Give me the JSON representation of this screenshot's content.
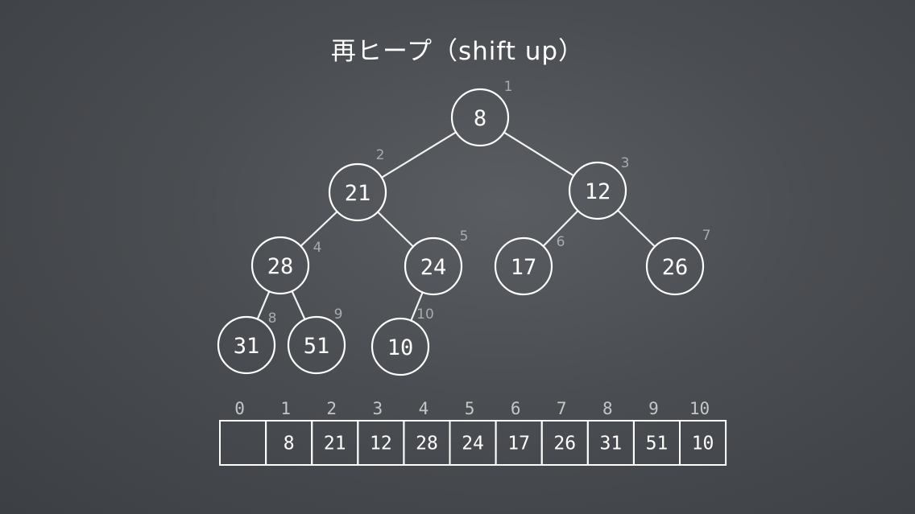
{
  "title": "再ヒープ（shift up）",
  "nodes": [
    {
      "index": "1",
      "value": "8"
    },
    {
      "index": "2",
      "value": "21"
    },
    {
      "index": "3",
      "value": "12"
    },
    {
      "index": "4",
      "value": "28"
    },
    {
      "index": "5",
      "value": "24"
    },
    {
      "index": "6",
      "value": "17"
    },
    {
      "index": "7",
      "value": "26"
    },
    {
      "index": "8",
      "value": "31"
    },
    {
      "index": "9",
      "value": "51"
    },
    {
      "index": "10",
      "value": "10"
    }
  ],
  "edges": [
    [
      1,
      2
    ],
    [
      1,
      3
    ],
    [
      2,
      4
    ],
    [
      2,
      5
    ],
    [
      3,
      6
    ],
    [
      3,
      7
    ],
    [
      4,
      8
    ],
    [
      4,
      9
    ],
    [
      5,
      10
    ]
  ],
  "array": {
    "indices": [
      "0",
      "1",
      "2",
      "3",
      "4",
      "5",
      "6",
      "7",
      "8",
      "9",
      "10"
    ],
    "values": [
      "",
      "8",
      "21",
      "12",
      "28",
      "24",
      "17",
      "26",
      "31",
      "51",
      "10"
    ]
  },
  "colors": {
    "board": "#4a4d51",
    "chalk": "#ffffff",
    "index_label": "#a9abae"
  }
}
